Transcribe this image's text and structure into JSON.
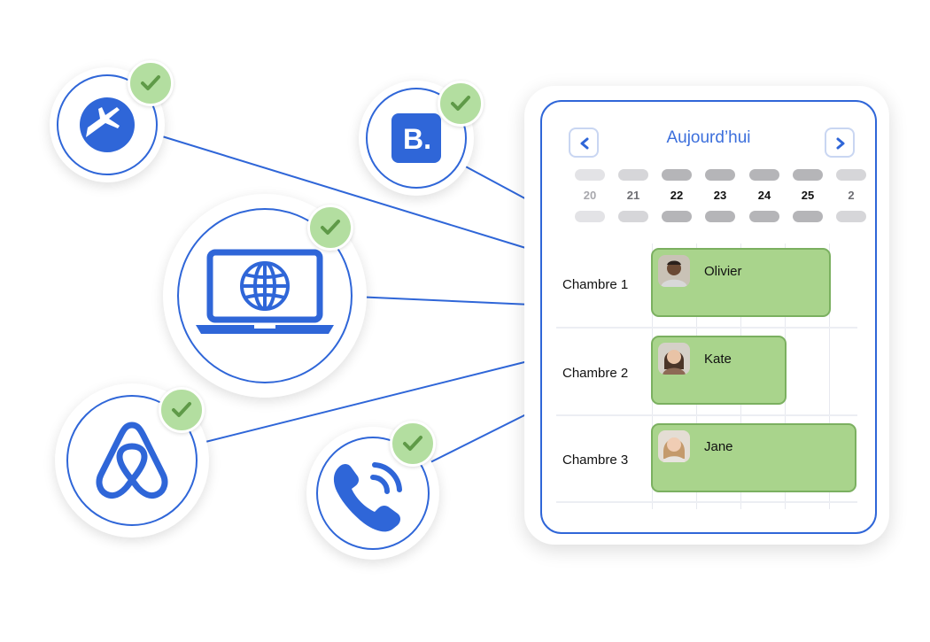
{
  "calendar": {
    "title": "Aujourd’hui",
    "prev_label": "previous",
    "next_label": "next",
    "days": [
      {
        "label": "20",
        "state": "past"
      },
      {
        "label": "21",
        "state": "past"
      },
      {
        "label": "22",
        "state": "current"
      },
      {
        "label": "23",
        "state": "current"
      },
      {
        "label": "24",
        "state": "current"
      },
      {
        "label": "25",
        "state": "current"
      },
      {
        "label": "2",
        "state": "past"
      }
    ],
    "rooms": [
      {
        "label": "Chambre 1",
        "guest": "Olivier"
      },
      {
        "label": "Chambre 2",
        "guest": "Kate"
      },
      {
        "label": "Chambre 3",
        "guest": "Jane"
      }
    ]
  },
  "channels": [
    {
      "name": "expedia",
      "icon": "airplane-icon",
      "connected": true
    },
    {
      "name": "booking",
      "icon": "booking-b-logo",
      "connected": true
    },
    {
      "name": "website",
      "icon": "laptop-globe-icon",
      "connected": true
    },
    {
      "name": "airbnb",
      "icon": "airbnb-logo-icon",
      "connected": true
    },
    {
      "name": "phone",
      "icon": "phone-icon",
      "connected": true
    }
  ],
  "colors": {
    "brand_blue": "#2f66d8",
    "booking_green": "#a9d48c",
    "check_green": "#b3dea0",
    "check_mark": "#5f9a48"
  }
}
